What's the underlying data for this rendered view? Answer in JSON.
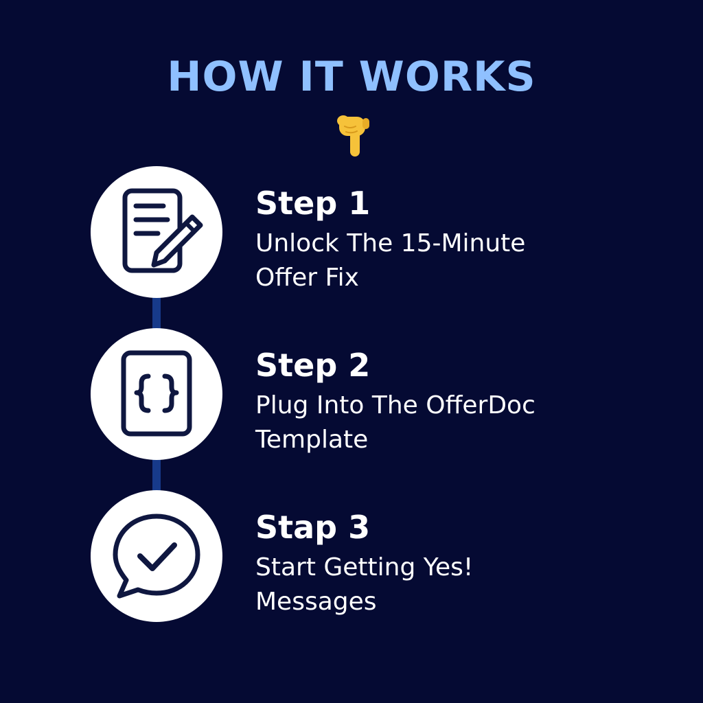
{
  "header": {
    "title": "HOW IT WORKS",
    "pointer_icon": "hand-pointing-down-icon"
  },
  "steps": [
    {
      "title": "Step 1",
      "description": "Unlock The 15-Minute Offer Fix",
      "icon": "document-edit-icon"
    },
    {
      "title": "Step 2",
      "description": "Plug Into The OfferDoc Template",
      "icon": "code-braces-document-icon"
    },
    {
      "title": "Stap 3",
      "description": "Start Getting Yes! Messages",
      "icon": "chat-check-icon"
    }
  ],
  "colors": {
    "background": "#050a33",
    "title": "#8fc0ff",
    "connector": "#173a8a",
    "circle": "#ffffff",
    "icon_stroke": "#0f1740",
    "pointer": "#f6c23a"
  }
}
